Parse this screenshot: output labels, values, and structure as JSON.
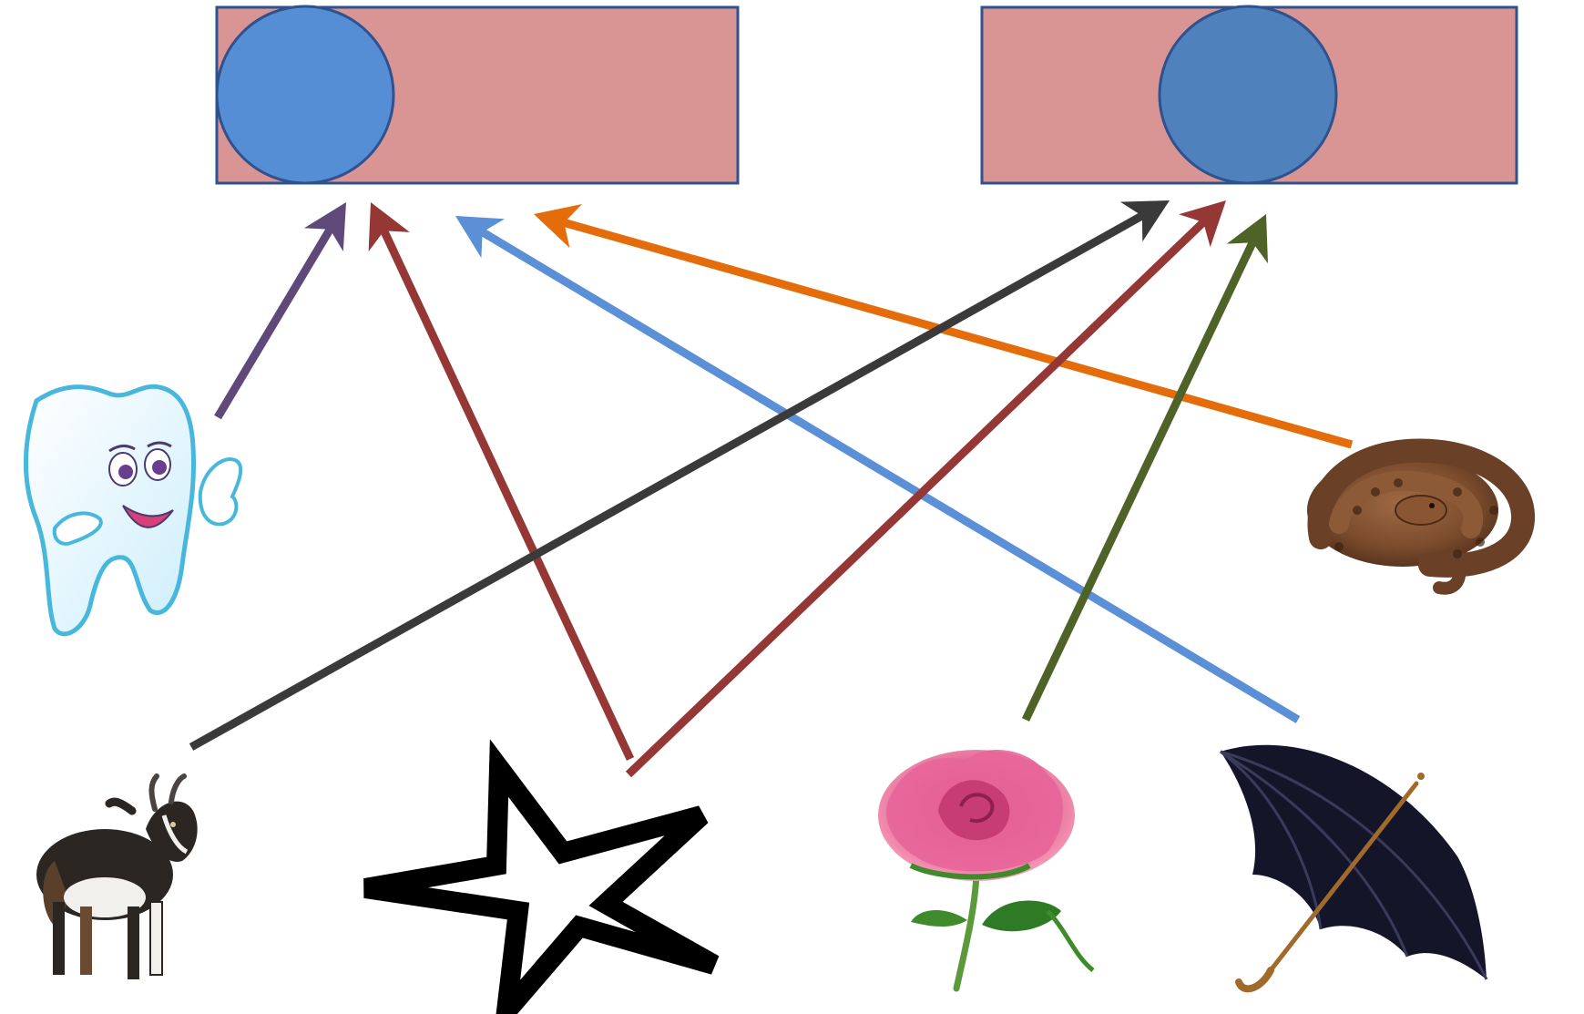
{
  "colors": {
    "background": "#ffffff",
    "box_fill": "#d99594",
    "box_stroke": "#2f528f",
    "circle_left": "#558ed5",
    "circle_right": "#4f81bd",
    "arrow_purple": "#5f497a",
    "arrow_darkred": "#953735",
    "arrow_blue": "#5b8fd6",
    "arrow_orange": "#e46c0a",
    "arrow_black": "#3a3a3a",
    "arrow_olive": "#4f6228"
  },
  "boxes": [
    {
      "name": "left-box",
      "circle_position": "left"
    },
    {
      "name": "right-box",
      "circle_position": "right"
    }
  ],
  "pictures": [
    {
      "name": "tooth-cartoon",
      "icon": "tooth-icon"
    },
    {
      "name": "snake",
      "icon": "snake-icon"
    },
    {
      "name": "goat",
      "icon": "goat-icon"
    },
    {
      "name": "star",
      "icon": "star-icon"
    },
    {
      "name": "rose",
      "icon": "rose-icon"
    },
    {
      "name": "umbrella",
      "icon": "umbrella-icon"
    }
  ],
  "connections": [
    {
      "from": "tooth-cartoon",
      "to": "left-box",
      "color": "#5f497a"
    },
    {
      "from": "star",
      "to": "left-box",
      "color": "#953735"
    },
    {
      "from": "umbrella",
      "to": "left-box",
      "color": "#5b8fd6"
    },
    {
      "from": "snake",
      "to": "left-box",
      "color": "#e46c0a"
    },
    {
      "from": "goat",
      "to": "right-box",
      "color": "#3a3a3a"
    },
    {
      "from": "star",
      "to": "right-box",
      "color": "#953735"
    },
    {
      "from": "rose",
      "to": "right-box",
      "color": "#4f6228"
    }
  ]
}
